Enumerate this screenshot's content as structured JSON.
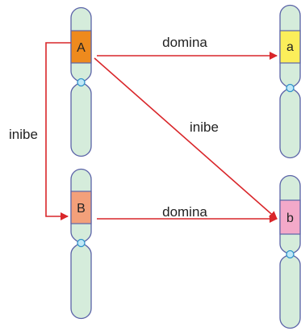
{
  "colors": {
    "chromosome_fill": "#d5ecdb",
    "chromosome_stroke": "#5b63a8",
    "centromere_fill": "#bfe8f7",
    "centromere_stroke": "#2f93c9",
    "arrow": "#d9262a",
    "gene_A": "#ee8a1d",
    "gene_B": "#f3a07a",
    "gene_a": "#fbee5a",
    "gene_b": "#f3a9c9"
  },
  "genes": {
    "A": "A",
    "B": "B",
    "a": "a",
    "b": "b"
  },
  "edges": {
    "A_to_a": "domina",
    "A_to_b": "inibe",
    "A_to_B": "inibe",
    "B_to_b": "domina"
  }
}
